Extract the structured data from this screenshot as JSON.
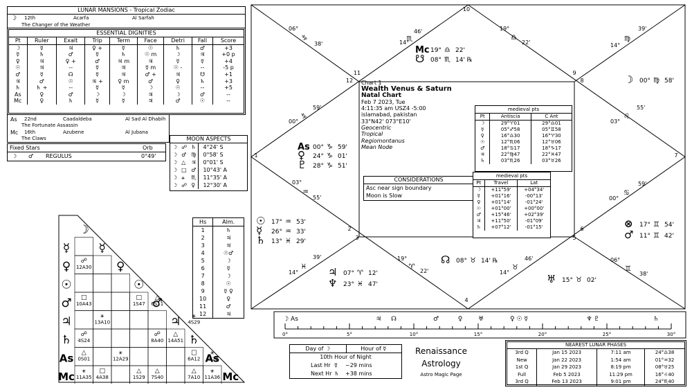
{
  "lunar_mansions": {
    "title": "LUNAR MANSIONS - Tropical Zodiac",
    "rows": [
      {
        "glyph": "☽",
        "num": "12th",
        "name": "Acarfa",
        "arabic": "Al Sarfah",
        "meaning": "The Changer of the Weather"
      },
      {
        "glyph": "As",
        "num": "22nd",
        "name": "Caadaldeba",
        "arabic": "Al Sad Al Dhabih",
        "meaning": "The Fortunate Assassin"
      },
      {
        "glyph": "Mc",
        "num": "16th",
        "name": "Azubene",
        "arabic": "Al Jubana",
        "meaning": "The Claws"
      }
    ]
  },
  "dignities": {
    "title": "ESSENTIAL DIGNITIES",
    "headers": [
      "Pt",
      "Ruler",
      "Exalt",
      "Trip",
      "Term",
      "Face",
      "Detri",
      "Fall",
      "Score"
    ],
    "rows": [
      [
        "☽",
        "☿",
        "♃",
        "♀ +",
        "☿",
        "☉",
        "♄",
        "♂",
        "+3"
      ],
      [
        "☿",
        "♄",
        "♂",
        "☿",
        "♄",
        "☉ m",
        "☽",
        "♃",
        "+0 p"
      ],
      [
        "♀",
        "♃",
        "♀ +",
        "♂",
        "♃ m",
        "♃",
        "☿",
        "☿",
        "+4"
      ],
      [
        "☉",
        "♃",
        "--",
        "☿",
        "♃",
        "☿ m",
        "☉ -",
        "--",
        "-5 p"
      ],
      [
        "♂",
        "☿",
        "☊",
        "☿",
        "♃",
        "♂ +",
        "♃",
        "☋",
        "+1"
      ],
      [
        "♃",
        "♂",
        "☉",
        "♃ +",
        "♀ m",
        "♂",
        "♀",
        "♄",
        "+3"
      ],
      [
        "♄",
        "♄ +",
        "--",
        "☿",
        "☿",
        "☽",
        "☉",
        "--",
        "+5"
      ],
      [
        "As",
        "♀",
        "♂",
        "☽",
        "☽",
        "♃",
        "☽",
        "♂",
        "--"
      ],
      [
        "Mc",
        "♀",
        "♄",
        "☿",
        "☿",
        "♃",
        "♂",
        "☉",
        "--"
      ]
    ]
  },
  "fixed_stars": {
    "col1": "Fixed Stars",
    "col2": "Orb",
    "row": {
      "p1": "☽",
      "aspect": "♂",
      "star": "REGULUS",
      "orb": "0°49'"
    }
  },
  "moon_aspects": {
    "title": "MOON ASPECTS",
    "rows": [
      [
        "☽",
        "☍",
        "♄",
        "4°24' S"
      ],
      [
        "☽",
        "♂",
        "♍",
        "0°58' S"
      ],
      [
        "☽",
        "△",
        "♃",
        "0°01' S"
      ],
      [
        "☽",
        "□",
        "♂",
        "10°43' A"
      ],
      [
        "☽",
        "⚹",
        "♏",
        "11°35' A"
      ],
      [
        "☽",
        "☍",
        "♀",
        "12°30' A"
      ]
    ]
  },
  "hs_alm": {
    "headers": [
      "Hs",
      "Alm."
    ],
    "rows": [
      [
        "1",
        "♄"
      ],
      [
        "2",
        "♃"
      ],
      [
        "3",
        "♃"
      ],
      [
        "4",
        "☉♂"
      ],
      [
        "5",
        "☽"
      ],
      [
        "6",
        "☿"
      ],
      [
        "7",
        "☽"
      ],
      [
        "8",
        "☉"
      ],
      [
        "9",
        "☿ ♀"
      ],
      [
        "10",
        "♀"
      ],
      [
        "11",
        "♂"
      ],
      [
        "12",
        "♃"
      ]
    ]
  },
  "aspect_grid": {
    "planets": [
      "☽",
      "☿",
      "♀",
      "☉",
      "♂",
      "♃",
      "♄",
      "As",
      "Mc"
    ],
    "cells": [
      {
        "r": 2,
        "c": 0,
        "sym": "☍",
        "txt": "12A30"
      },
      {
        "r": 4,
        "c": 0,
        "sym": "□",
        "txt": "10A43"
      },
      {
        "r": 4,
        "c": 3,
        "sym": "□",
        "txt": "1S47"
      },
      {
        "r": 4,
        "c": 4,
        "sym": "△",
        "txt": "6S11"
      },
      {
        "r": 5,
        "c": 1,
        "sym": "⚹",
        "txt": "13A10"
      },
      {
        "r": 5,
        "c": 6,
        "sym": "⚹",
        "txt": "4S29"
      },
      {
        "r": 6,
        "c": 0,
        "sym": "☍",
        "txt": "4S24"
      },
      {
        "r": 6,
        "c": 4,
        "sym": "☍",
        "txt": "8A40"
      },
      {
        "r": 6,
        "c": 5,
        "sym": "△",
        "txt": "14A51"
      },
      {
        "r": 7,
        "c": 0,
        "sym": "△",
        "txt": "0S01"
      },
      {
        "r": 7,
        "c": 2,
        "sym": "⚹",
        "txt": "12A29"
      },
      {
        "r": 7,
        "c": 6,
        "sym": "□",
        "txt": "6A12"
      },
      {
        "r": 7,
        "c": 7,
        "sym": "⚹",
        "txt": "4S26"
      },
      {
        "r": 8,
        "c": 0,
        "sym": "⚹",
        "txt": "11A35"
      },
      {
        "r": 8,
        "c": 1,
        "sym": "□",
        "txt": "4A38"
      },
      {
        "r": 8,
        "c": 3,
        "sym": "△",
        "txt": "1S29"
      },
      {
        "r": 8,
        "c": 4,
        "sym": "△",
        "txt": "7S40"
      },
      {
        "r": 8,
        "c": 6,
        "sym": "△",
        "txt": "7A10"
      },
      {
        "r": 8,
        "c": 7,
        "sym": "⚹",
        "txt": "11A36"
      }
    ]
  },
  "chart": {
    "info_lines": [
      "Chart 1",
      "Wealth Venus & Saturn",
      "Natal Chart",
      "Feb 7 2023, Tue",
      "4:11:35 am  USZ4 -5:00",
      "islamabad, pakistan",
      "33°N42' 073°E10'",
      "Geocentric",
      "Tropical",
      "Regiomontanus",
      "Mean Node"
    ],
    "house_nums": [
      "1",
      "2",
      "3",
      "4",
      "5",
      "6",
      "7",
      "8",
      "9",
      "10",
      "11",
      "12"
    ],
    "cusps": [
      {
        "deg": "06°",
        "sign": "♑",
        "min": "38'"
      },
      {
        "deg": "14°",
        "sign": "♏",
        "min": "46'"
      },
      {
        "deg": "19°",
        "sign": "♎",
        "min": "22'"
      },
      {
        "deg": "14°",
        "sign": "♍",
        "min": "39'"
      },
      {
        "deg": "00°",
        "sign": "♑",
        "min": "59'"
      },
      {
        "deg": "03°",
        "sign": "♌",
        "min": "55'"
      },
      {
        "deg": "00°",
        "sign": "♋",
        "min": "59'"
      },
      {
        "deg": "03°",
        "sign": "♒",
        "min": "55'"
      },
      {
        "deg": "14°",
        "sign": "♓",
        "min": "39'"
      },
      {
        "deg": "19°",
        "sign": "♈",
        "min": "22'"
      },
      {
        "deg": "14°",
        "sign": "♉",
        "min": "46'"
      },
      {
        "deg": "06°",
        "sign": "♊",
        "min": "38'"
      }
    ],
    "planets": [
      {
        "g": "Mc",
        "deg": "19°",
        "sign": "♎",
        "min": "22'"
      },
      {
        "g": "☋",
        "deg": "08°",
        "sign": "♏",
        "min": "14' ℞"
      },
      {
        "g": "☽",
        "deg": "00°",
        "sign": "♍",
        "min": "58'"
      },
      {
        "g": "As",
        "deg": "00°",
        "sign": "♑",
        "min": "59'"
      },
      {
        "g": "♀",
        "deg": "24°",
        "sign": "♑",
        "min": "01'"
      },
      {
        "g": "♇",
        "deg": "28°",
        "sign": "♑",
        "min": "51'"
      },
      {
        "g": "☉",
        "deg": "17°",
        "sign": "♒",
        "min": "53'"
      },
      {
        "g": "☿",
        "deg": "26°",
        "sign": "♒",
        "min": "33'"
      },
      {
        "g": "♄",
        "deg": "13°",
        "sign": "♓",
        "min": "29'"
      },
      {
        "g": "♃",
        "deg": "07°",
        "sign": "♈",
        "min": "12'"
      },
      {
        "g": "♆",
        "deg": "23°",
        "sign": "♓",
        "min": "47'"
      },
      {
        "g": "☊",
        "deg": "08°",
        "sign": "♉",
        "min": "14' ℞"
      },
      {
        "g": "♅",
        "deg": "15°",
        "sign": "♉",
        "min": "02'"
      },
      {
        "g": "⊗",
        "deg": "17°",
        "sign": "♊",
        "min": "54'"
      },
      {
        "g": "♂",
        "deg": "11°",
        "sign": "♊",
        "min": "42'"
      }
    ]
  },
  "medieval1": {
    "title": "medieval pts",
    "headers": [
      "Pt",
      "Antiscia",
      "C Ant"
    ],
    "rows": [
      [
        "☽",
        "29°♈01",
        "29°♎01"
      ],
      [
        "☿",
        "05°♐58",
        "05°♊58"
      ],
      [
        "♀",
        "16°♎30",
        "16°♈30"
      ],
      [
        "☉",
        "12°♏06",
        "12°♉06"
      ],
      [
        "♂",
        "18°♋17",
        "18°♑17"
      ],
      [
        "♃",
        "22°♍47",
        "22°♓47"
      ],
      [
        "♄",
        "03°♏26",
        "03°♉26"
      ]
    ]
  },
  "medieval2": {
    "title": "medieval pts",
    "headers": [
      "Pt",
      "Travel",
      "Lat"
    ],
    "rows": [
      [
        "☽",
        "+11°59'",
        "+04°34'"
      ],
      [
        "☿",
        "+01°16'",
        "-00°13'"
      ],
      [
        "♀",
        "+01°14'",
        "-01°24'"
      ],
      [
        "☉",
        "+01°00'",
        "+00°00'"
      ],
      [
        "♂",
        "+15°46'",
        "+02°39'"
      ],
      [
        "♃",
        "+11°50'",
        "-01°09'"
      ],
      [
        "♄",
        "+07°12'",
        "-01°15'"
      ]
    ]
  },
  "considerations": {
    "title": "CONSIDERATIONS",
    "items": [
      "Asc near sign boundary",
      "Moon is Slow"
    ]
  },
  "timeline": {
    "labels": [
      "0°",
      "5°",
      "10°",
      "15°",
      "20°",
      "25°",
      "30°"
    ],
    "glyphs": [
      "☽ As",
      "♃",
      "☊",
      "♂",
      "♀",
      "♅",
      "♀ ☉ ☿",
      "♆ ♇",
      "♄"
    ]
  },
  "day_hour": {
    "day_label": "Day of ☽",
    "hour_label": "Hour of ☿",
    "line1": "10th Hour of Night",
    "last_label": "Last Hr",
    "last_glyph": "☿",
    "last_val": "~29 mins",
    "next_label": "Next Hr",
    "next_glyph": "♄",
    "next_val": "+38 mins"
  },
  "brand": {
    "line1": "Renaissance",
    "line2": "Astrology",
    "line3": "Astro Magic Page"
  },
  "lunar_phases": {
    "title": "NEAREST LUNAR PHASES",
    "rows": [
      [
        "3rd Q",
        "Jan 15 2023",
        "7:11 am",
        "24°♎38"
      ],
      [
        "New",
        "Jan 22 2023",
        "1:54 am",
        "01°♒32"
      ],
      [
        "1st Q",
        "Jan 29 2023",
        "8:19 pm",
        "08°♉25"
      ],
      [
        "Full",
        "Feb 5 2023",
        "11:29 pm",
        "16°♌40"
      ],
      [
        "3rd Q",
        "Feb 13 2023",
        "9:01 pm",
        "24°♏40"
      ]
    ]
  }
}
